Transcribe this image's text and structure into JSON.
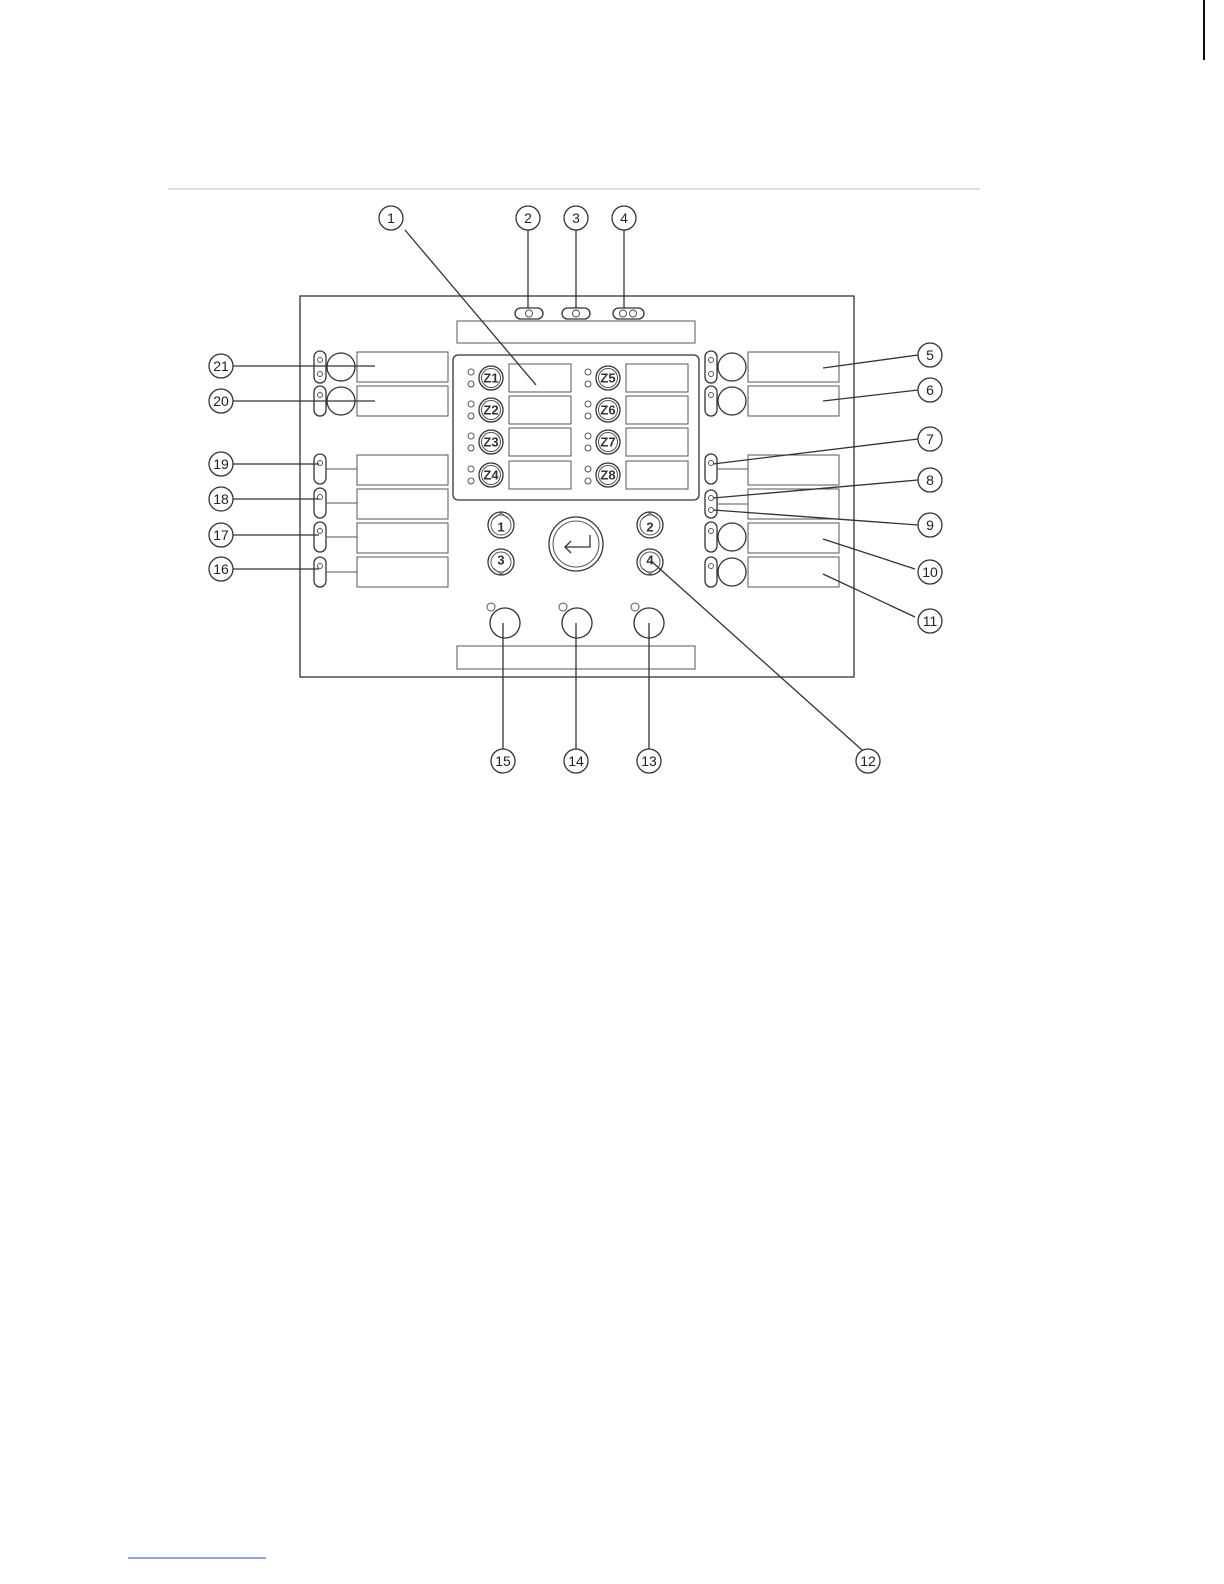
{
  "figure": {
    "zone_keys": [
      "Z1",
      "Z2",
      "Z3",
      "Z4",
      "Z5",
      "Z6",
      "Z7",
      "Z8"
    ],
    "nav_keys": [
      "1",
      "2",
      "3",
      "4"
    ],
    "callouts": [
      "1",
      "2",
      "3",
      "4",
      "5",
      "6",
      "7",
      "8",
      "9",
      "10",
      "11",
      "12",
      "13",
      "14",
      "15",
      "16",
      "17",
      "18",
      "19",
      "20",
      "21"
    ],
    "enter_key_icon": "enter-arrow-icon"
  }
}
